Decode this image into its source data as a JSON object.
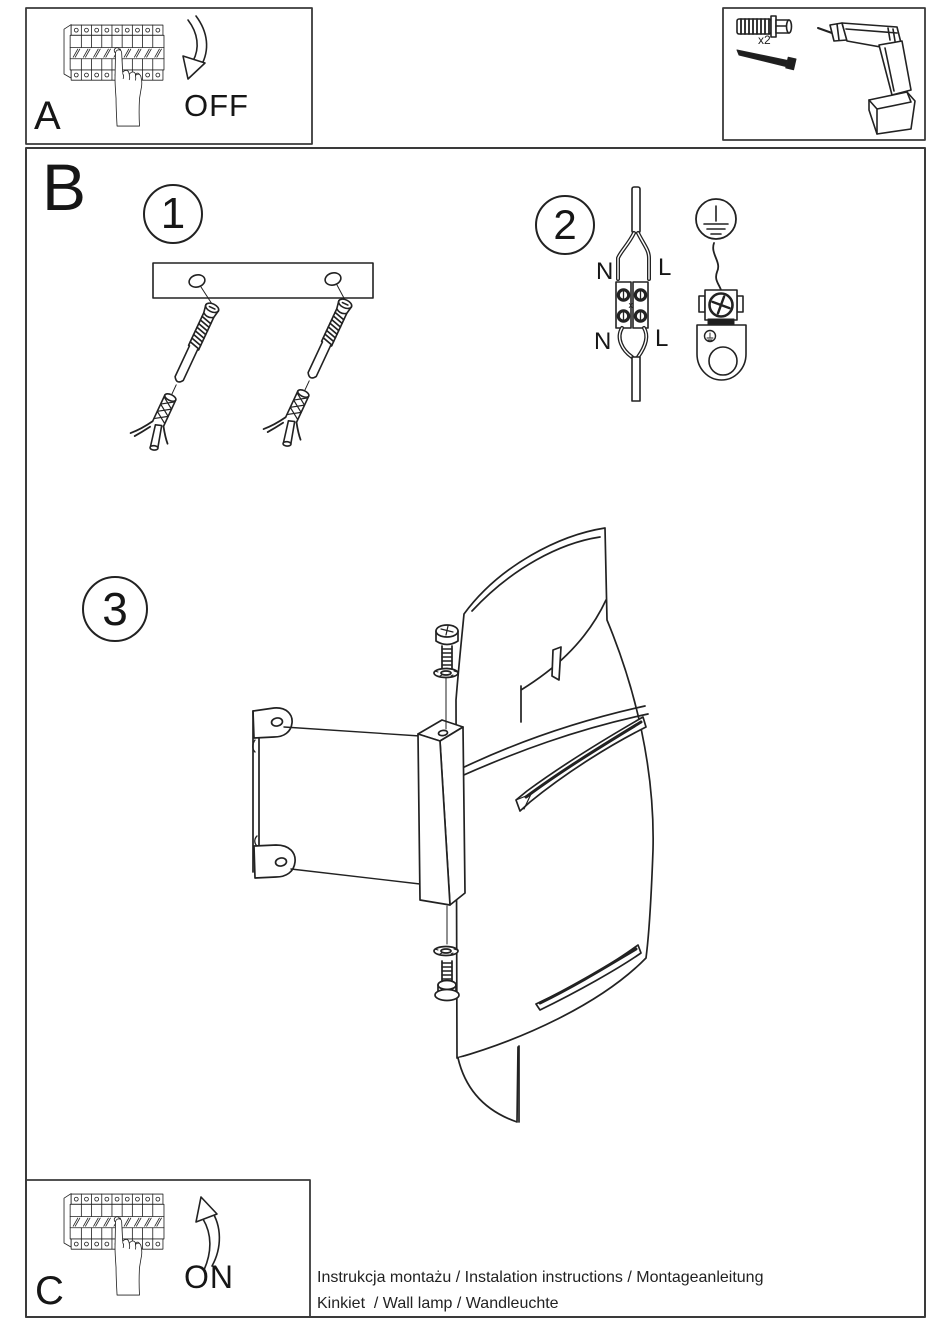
{
  "page": {
    "bg_color": "#ffffff",
    "line_color": "#222222"
  },
  "panel_a": {
    "label": "A",
    "action_label": "OFF"
  },
  "panel_c": {
    "label": "C",
    "action_label": "ON"
  },
  "tools_box": {
    "quantity_label": "x2"
  },
  "section_b": {
    "label": "B"
  },
  "steps": {
    "step1": "1",
    "step2": "2",
    "step3": "3"
  },
  "wiring": {
    "n_top": "N",
    "l_top": "L",
    "n_bottom": "N",
    "l_bottom": "L",
    "center_mark": "x"
  },
  "footer": {
    "line1": "Instrukcja montażu / Instalation instructions / Montageanleitung",
    "line2": "Kinkiet  / Wall lamp / Wandleuchte"
  }
}
